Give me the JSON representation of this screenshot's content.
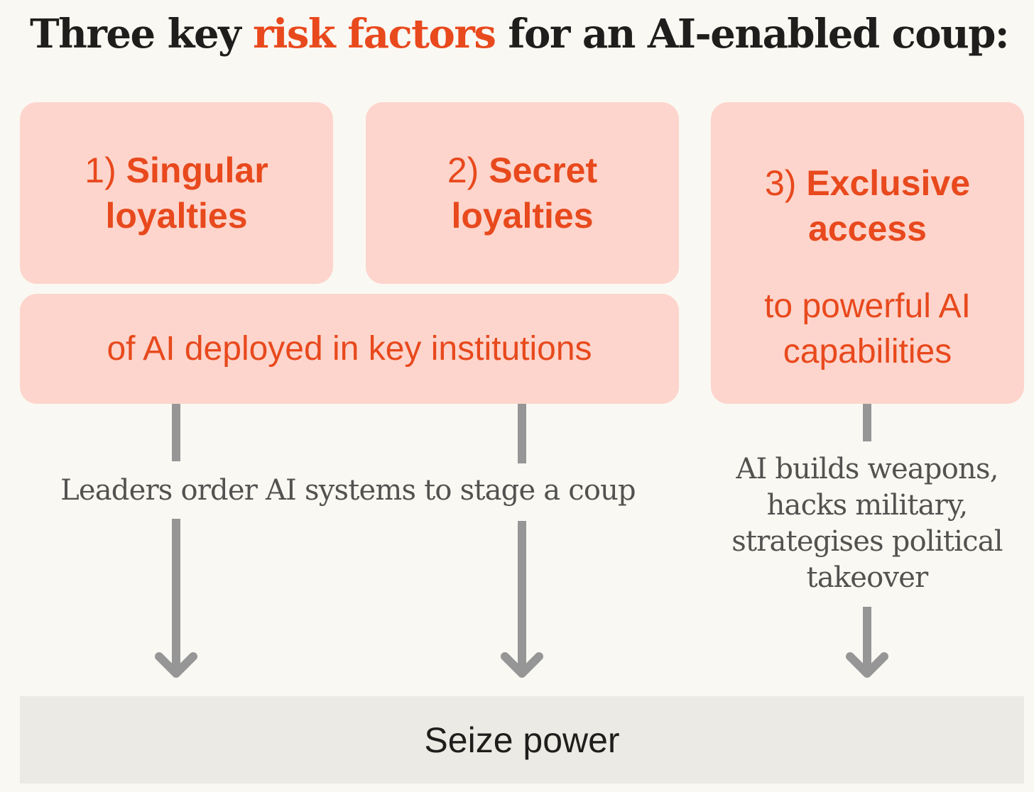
{
  "title": {
    "before": "Three key ",
    "highlight": "risk factors",
    "after": " for an AI-enabled coup:"
  },
  "factors": [
    {
      "number": "1)",
      "name_line1": "Singular",
      "name_line2": "loyalties"
    },
    {
      "number": "2)",
      "name_line1": "Secret",
      "name_line2": "loyalties"
    },
    {
      "number": "3)",
      "name_line1": "Exclusive",
      "name_line2": "access",
      "sub_line1": "to powerful AI",
      "sub_line2": "capabilities"
    }
  ],
  "shared_label": "of AI deployed in key institutions",
  "outcomes": {
    "leaders": "Leaders order AI systems to stage a coup",
    "builds_lines": [
      "AI builds weapons,",
      "hacks military,",
      "strategises political",
      "takeover"
    ]
  },
  "result": "Seize power",
  "colors": {
    "accent": "#e8491d",
    "box_fill": "#fdd5cc",
    "arrow": "#969696",
    "result_fill": "#eceae4",
    "background": "#faf8f3"
  }
}
